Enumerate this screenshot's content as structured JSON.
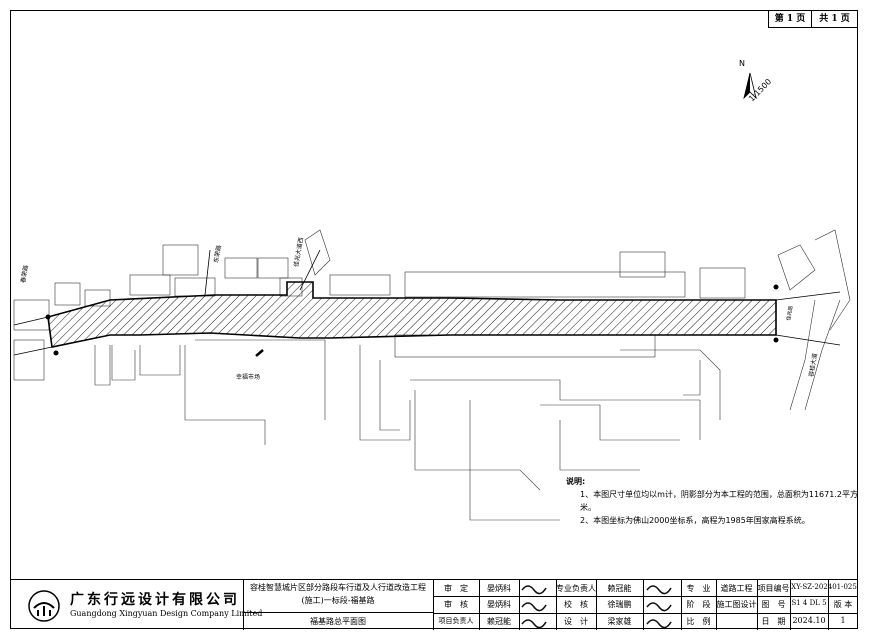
{
  "header": {
    "page": "第 1 页",
    "total": "共 1 页"
  },
  "north": {
    "letter": "N",
    "scale": "1:1500"
  },
  "map_labels": {
    "road_left": "春荣路",
    "road_mid1": "东荣路",
    "road_mid2": "佳兆大道西",
    "road_right": "容桂大道",
    "market": "幸福市场",
    "small": "佳兆路"
  },
  "notes": {
    "title": "说明:",
    "line1": "1、本图尺寸单位均以m计，阴影部分为本工程的范围，总面积为11671.2平方米。",
    "line2": "2、本图坐标为佛山2000坐标系，高程为1985年国家高程系统。"
  },
  "title_block": {
    "company_cn": "广东行远设计有限公司",
    "company_en": "Guangdong Xingyuan Design Company Limited",
    "project_line1": "容桂智慧城片区部分路段车行道及人行道改造工程",
    "project_line2": "(施工)一标段-福基路",
    "drawing_name": "福基路总平面图",
    "rows": [
      {
        "role": "审　定",
        "name": "晏炳科",
        "role2": "专业负责人",
        "name2": "赖冠能",
        "k": "专　业",
        "v": "道路工程",
        "k2": "项目编号",
        "v2": "XY-SZ-202401-025"
      },
      {
        "role": "审　核",
        "name": "晏炳科",
        "role2": "校　核",
        "name2": "徐瑞鹏",
        "k": "阶　段",
        "v": "施工图设计",
        "k2": "图　号",
        "v2": "S1 4 DL 5",
        "k3": "版 本"
      },
      {
        "role": "项目负责人",
        "name": "赖冠能",
        "role2": "设　计",
        "name2": "梁家雄",
        "k": "比　例",
        "v": "",
        "k2": "日　期",
        "v2": "2024.10",
        "v3": "1"
      }
    ]
  }
}
